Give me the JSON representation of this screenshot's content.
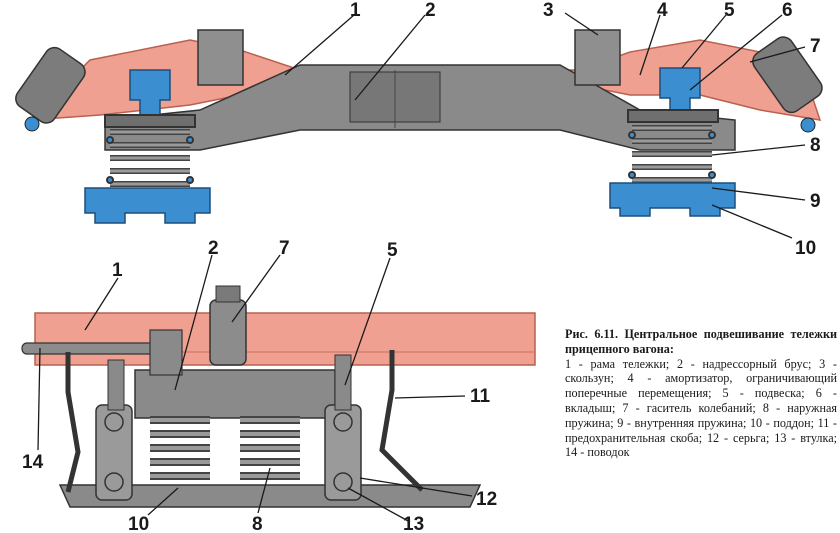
{
  "caption": {
    "title": "Рис. 6.11. Центральное подвешивание тележки прицепного вагона:",
    "body": "1 - рама тележки; 2 - надрессорный брус; 3 - скользун; 4 - амортизатор, ограничивающий поперечные перемещения; 5 - подвеска; 6 - вкладыш; 7 - гаситель колебаний; 8 - наружная пружина; 9 - внутренняя пружина; 10 - поддон; 11 - предохранительная скоба; 12 - серьга; 13 - втулка; 14 - поводок"
  },
  "top_view": {
    "callouts": [
      "1",
      "2",
      "3",
      "4",
      "5",
      "6",
      "7",
      "8",
      "9",
      "10"
    ]
  },
  "bottom_view": {
    "callouts": [
      "1",
      "2",
      "7",
      "5",
      "11",
      "14",
      "12",
      "13",
      "10",
      "8"
    ]
  },
  "colors": {
    "frame": "#f0a090",
    "frame_dark": "#c9705f",
    "metal": "#9a9a9a",
    "metal_dark": "#6d6d6d",
    "blue": "#3b8fd0",
    "leader": "#1a1a1a"
  }
}
